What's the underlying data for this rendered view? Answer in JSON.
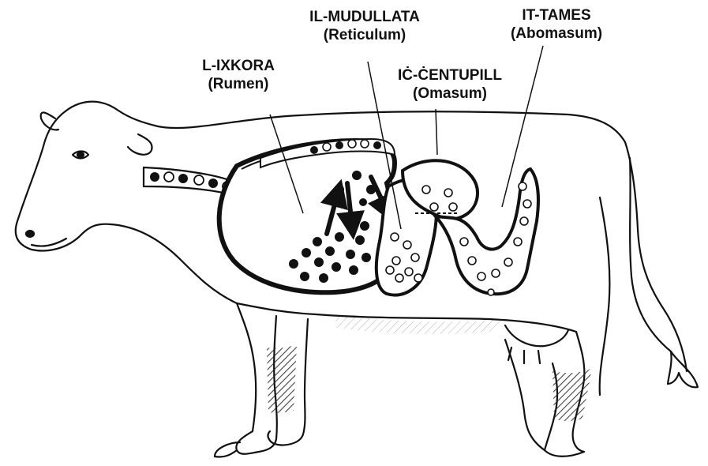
{
  "labels": {
    "rumen": {
      "name": "L-IXKORA",
      "latin": "(Rumen)"
    },
    "reticulum": {
      "name": "IL-MUDULLATA",
      "latin": "(Reticulum)"
    },
    "omasum": {
      "name": "IĊ-ĊENTUPILL",
      "latin": "(Omasum)"
    },
    "abomasum": {
      "name": "IT-TAMES",
      "latin": "(Abomasum)"
    }
  },
  "colors": {
    "ink": "#111111",
    "paper": "#ffffff"
  }
}
